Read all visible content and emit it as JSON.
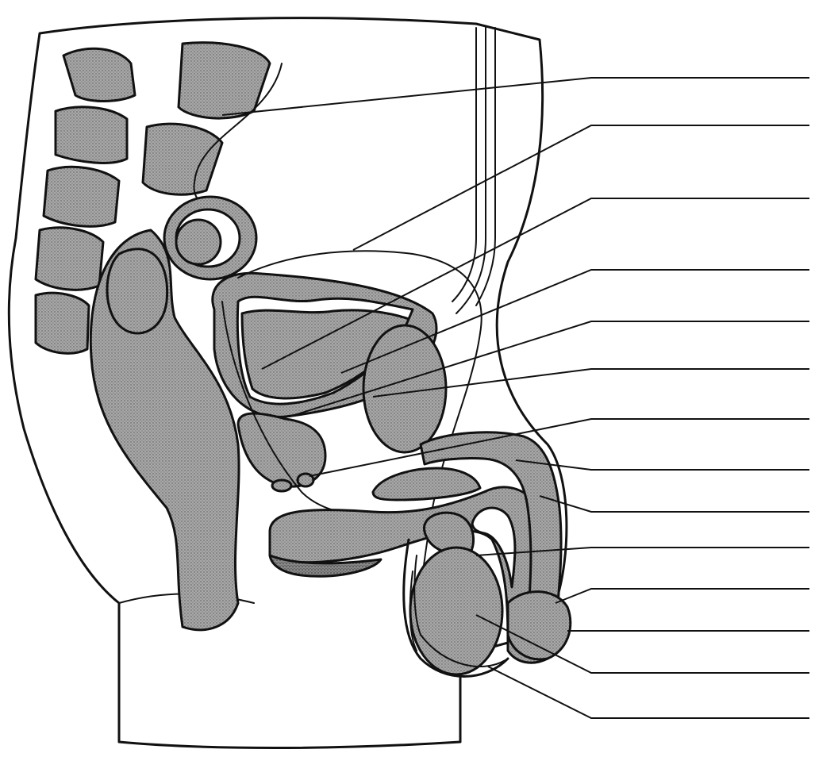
{
  "diagram": {
    "kind": "anatomical-illustration",
    "subject": "male-pelvis-sagittal-section",
    "style": "black-line-with-gray-stipple",
    "label_count": 14,
    "labels": [
      "",
      "",
      "",
      "",
      "",
      "",
      "",
      "",
      "",
      "",
      "",
      "",
      "",
      ""
    ],
    "colors": {
      "line": "#111111",
      "fill": "#9a9a9a",
      "fill_dark": "#7a7a7a",
      "background": "#ffffff"
    }
  }
}
